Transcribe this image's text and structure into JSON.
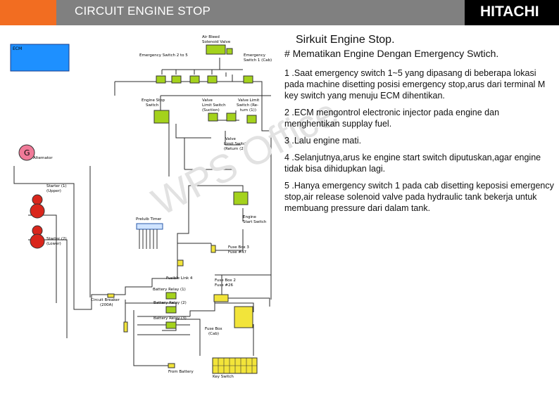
{
  "header": {
    "title": "CIRCUIT ENGINE STOP",
    "brand": "HITACHI",
    "accent_color": "#f26d21",
    "bar_color": "#808080"
  },
  "description": {
    "heading": "Sirkuit Engine Stop.",
    "subheading": "# Mematikan Engine Dengan Emergency Swtich.",
    "paragraphs": [
      "1 .Saat emergency switch 1~5 yang dipasang di beberapa lokasi pada machine disetting posisi emergency stop,arus dari terminal M key switch yang menuju ECM dihentikan.",
      "2 .ECM mengontrol electronic injector pada engine dan menghentikan supplay fuel.",
      "3 .Lalu engine mati.",
      "4 .Selanjutnya,arus ke engine start switch diputuskan,agar engine tidak bisa dihidupkan lagi.",
      "5 .Hanya emergency switch 1 pada cab disetting keposisi emergency stop,air release solenoid valve pada hydraulic tank bekerja untuk membuang pressure dari dalam tank."
    ]
  },
  "diagram": {
    "ecm": "ECM",
    "air_bleed_valve": [
      "Air Bleed",
      "Solenoid Valve"
    ],
    "emergency_switch_2_5": "Emergency Switch 2 to 5",
    "emergency_switch_1": [
      "Emergency",
      "Switch 1 (Cab)"
    ],
    "engine_stop_switch": [
      "Engine Stop",
      "Switch"
    ],
    "valve_limit_suction": [
      "Valve",
      "Limit Switch",
      "(Suction)"
    ],
    "valve_limit_return1": [
      "Valve Limit",
      "Switch (Re-",
      "turn (1))"
    ],
    "valve_limit_return2": [
      "Valve",
      "Limit Switch",
      "(Return (2))"
    ],
    "alternator": "Alternator",
    "alternator_symbol": "G",
    "starter_upper": [
      "Starter (1)",
      "(Upper)"
    ],
    "starter_lower": [
      "Starter (2)",
      "(Lower)"
    ],
    "engine_start_switch": [
      "Engine",
      "Start Switch"
    ],
    "preheat_timer": "Preluib Timer",
    "fuse_box_3": [
      "Fuse Box 3",
      "Fuse #47"
    ],
    "fusible_link": "Fusible Link 4",
    "fuse_box_2": [
      "Fuse Box 2",
      "Fuse #26"
    ],
    "circuit_breaker": [
      "Circuit Breaker",
      "(200A)"
    ],
    "battery_relay_1": "Battery Relay (1)",
    "battery_relay_2": "Battery Relay (2)",
    "battery_relay_3": "Battery Relay (3)",
    "fuse_box_cab": [
      "Fuse Box",
      "(Cab)"
    ],
    "from_battery": "From Battery",
    "key_switch": "Key Switch",
    "component_color": "#a4d21c",
    "ecm_color": "#1e90ff",
    "starter_color": "#d9261c",
    "alternator_color": "#f07a98",
    "keyswitch_color": "#f2e43a"
  },
  "watermark": "WPS Office"
}
